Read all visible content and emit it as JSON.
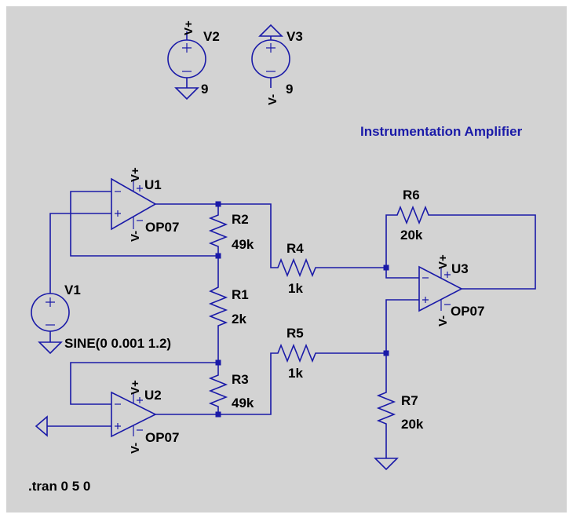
{
  "schematic": {
    "title": "Instrumentation Amplifier",
    "directive": ".tran 0 5 0",
    "opamps": [
      {
        "ref": "U1",
        "model": "OP07",
        "pos_supply": "V+",
        "neg_supply": "V-"
      },
      {
        "ref": "U2",
        "model": "OP07",
        "pos_supply": "V+",
        "neg_supply": "V-"
      },
      {
        "ref": "U3",
        "model": "OP07",
        "pos_supply": "V+",
        "neg_supply": "V-"
      }
    ],
    "resistors": [
      {
        "ref": "R1",
        "value": "2k"
      },
      {
        "ref": "R2",
        "value": "49k"
      },
      {
        "ref": "R3",
        "value": "49k"
      },
      {
        "ref": "R4",
        "value": "1k"
      },
      {
        "ref": "R5",
        "value": "1k"
      },
      {
        "ref": "R6",
        "value": "20k"
      },
      {
        "ref": "R7",
        "value": "20k"
      }
    ],
    "sources": [
      {
        "ref": "V1",
        "value": "SINE(0 0.001 1.2)"
      },
      {
        "ref": "V2",
        "value": "9",
        "flag": "V+"
      },
      {
        "ref": "V3",
        "value": "9",
        "flag": "V-"
      }
    ]
  },
  "colors": {
    "wire": "#1a1aa8",
    "background": "#d3d3d3",
    "text": "#000000",
    "title": "#1a1aa8"
  }
}
